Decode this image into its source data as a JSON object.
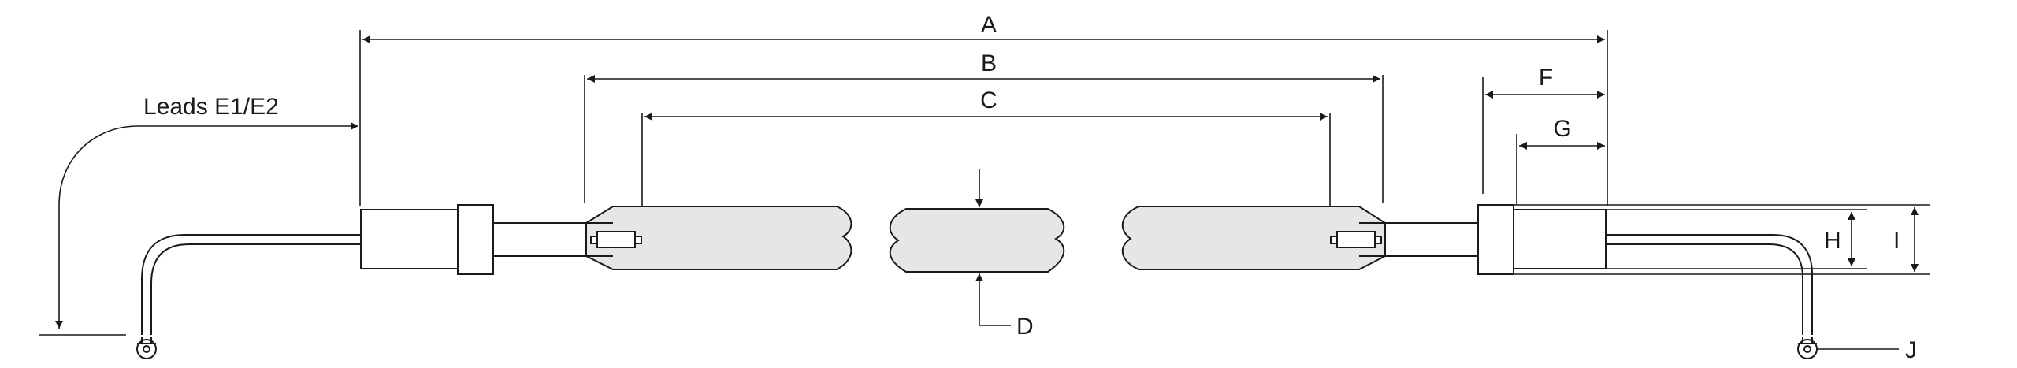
{
  "labels": {
    "leads": "Leads E1/E2",
    "a": "A",
    "b": "B",
    "c": "C",
    "d": "D",
    "f": "F",
    "g": "G",
    "h": "H",
    "i": "I",
    "j": "J"
  }
}
